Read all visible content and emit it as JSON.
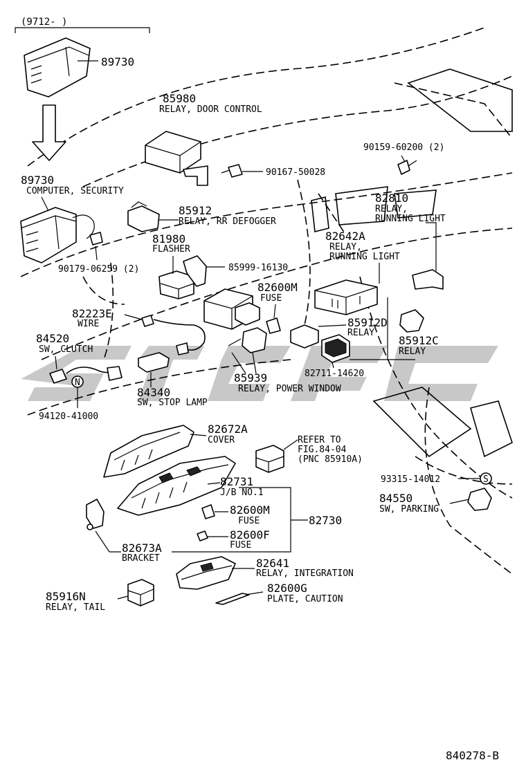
{
  "period": "(9712-        )",
  "figure_code": "840278-B",
  "parts": [
    {
      "number": "89730",
      "desc": ""
    },
    {
      "number": "85980",
      "desc": "RELAY, DOOR CONTROL"
    },
    {
      "number": "90159-60200 (2)",
      "desc": ""
    },
    {
      "number": "90167-50028",
      "desc": ""
    },
    {
      "number": "89730",
      "desc": "COMPUTER, SECURITY"
    },
    {
      "number": "85912",
      "desc": "RELAY, RR DEFOGGER"
    },
    {
      "number": "82810",
      "desc": "RELAY,"
    },
    {
      "number": "",
      "desc": "RUNNING LIGHT"
    },
    {
      "number": "81980",
      "desc": "FLASHER"
    },
    {
      "number": "82642A",
      "desc": "RELAY,"
    },
    {
      "number": "",
      "desc": "RUNNING LIGHT"
    },
    {
      "number": "90179-06259 (2)",
      "desc": ""
    },
    {
      "number": "85999-16130",
      "desc": ""
    },
    {
      "number": "82600M",
      "desc": "FUSE"
    },
    {
      "number": "82223E",
      "desc": "WIRE"
    },
    {
      "number": "85912D",
      "desc": "RELAY"
    },
    {
      "number": "84520",
      "desc": "SW, CLUTCH"
    },
    {
      "number": "85912C",
      "desc": "RELAY"
    },
    {
      "number": "82711-14620",
      "desc": ""
    },
    {
      "number": "85939",
      "desc": "RELAY, POWER WINDOW"
    },
    {
      "number": "84340",
      "desc": "SW, STOP LAMP"
    },
    {
      "number": "94120-41000",
      "desc": ""
    },
    {
      "number": "82672A",
      "desc": "COVER"
    },
    {
      "number": "82731",
      "desc": "J/B NO.1"
    },
    {
      "number": "82600M",
      "desc": "FUSE"
    },
    {
      "number": "82730",
      "desc": ""
    },
    {
      "number": "82600F",
      "desc": "FUSE"
    },
    {
      "number": "82673A",
      "desc": "BRACKET"
    },
    {
      "number": "82641",
      "desc": "RELAY, INTEGRATION"
    },
    {
      "number": "85916N",
      "desc": "RELAY, TAIL"
    },
    {
      "number": "82600G",
      "desc": "PLATE, CAUTION"
    },
    {
      "number": "93315-14012",
      "desc": ""
    },
    {
      "number": "84550",
      "desc": "SW, PARKING"
    }
  ],
  "refer": {
    "line1": "REFER TO",
    "line2": "FIG.84-04",
    "line3": "(PNC 85910A)"
  },
  "markers": {
    "n": "N",
    "s": "S"
  }
}
